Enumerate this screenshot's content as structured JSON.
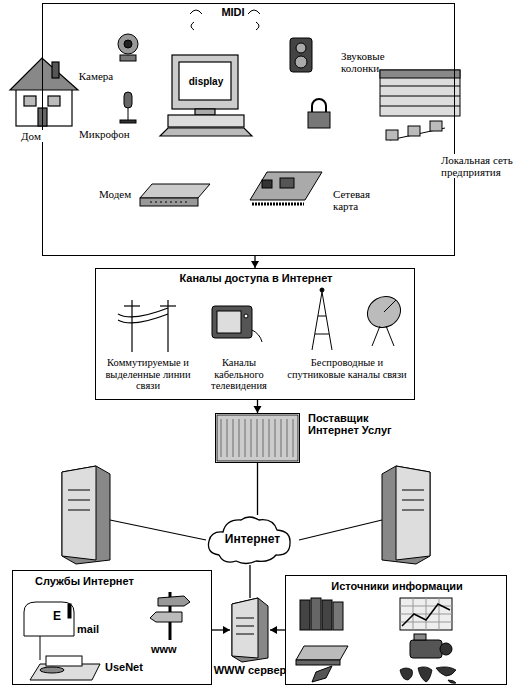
{
  "diagram": {
    "nodes": [
      {
        "text": [
          "MIDI",
          "Камера",
          "display",
          "Звуковые колонки",
          "Микрофон",
          "Дом",
          "Модем",
          "Сетевая карта",
          "Локальная сеть предприятия"
        ]
      },
      {
        "text": [
          "Каналы доступа в Интернет",
          "Коммутируемые и выделенные линии связи",
          "Каналы кабельного телевидения",
          "Беспроводные и спутниковые каналы связи"
        ]
      },
      {
        "text": [
          "Поставщик Интернет Услуг"
        ]
      },
      {
        "text": [
          "Интернет"
        ]
      },
      {
        "text": [
          "Службы Интернет",
          "E",
          "mail",
          "www",
          "UseNet"
        ]
      },
      {
        "text": [
          "WWW сервер"
        ]
      },
      {
        "text": [
          "Источники информации"
        ]
      }
    ],
    "edges": [
      {
        "from": 0,
        "to": 1,
        "arrow": "to"
      },
      {
        "from": 1,
        "to": 2,
        "arrow": "to"
      },
      {
        "from": 2,
        "to": 3,
        "arrow": "none"
      },
      {
        "from": 3,
        "to": 5,
        "arrow": "none"
      },
      {
        "from": 4,
        "to": 5,
        "arrow": "to"
      },
      {
        "from": 6,
        "to": 5,
        "arrow": "to"
      }
    ]
  }
}
